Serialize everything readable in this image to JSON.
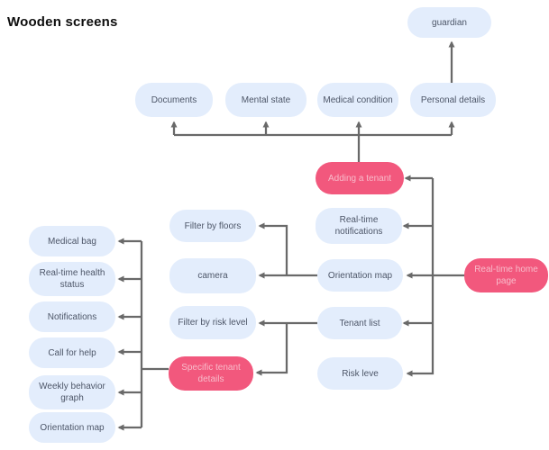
{
  "title": "Wooden screens",
  "diagram": {
    "nodes": [
      {
        "id": "guardian",
        "label": "guardian",
        "type": "secondary"
      },
      {
        "id": "documents",
        "label": "Documents",
        "type": "secondary"
      },
      {
        "id": "mental-state",
        "label": "Mental state",
        "type": "secondary"
      },
      {
        "id": "medical-condition",
        "label": "Medical condition",
        "type": "secondary"
      },
      {
        "id": "personal-details",
        "label": "Personal details",
        "type": "secondary"
      },
      {
        "id": "adding-a-tenant",
        "label": "Adding a tenant",
        "type": "primary"
      },
      {
        "id": "real-time-notifications",
        "label": "Real-time notifications",
        "type": "secondary"
      },
      {
        "id": "filter-by-floors",
        "label": "Filter by floors",
        "type": "secondary"
      },
      {
        "id": "camera",
        "label": "camera",
        "type": "secondary"
      },
      {
        "id": "orientation-map",
        "label": "Orientation map",
        "type": "secondary"
      },
      {
        "id": "real-time-home-page",
        "label": "Real-time home page",
        "type": "primary"
      },
      {
        "id": "tenant-list",
        "label": "Tenant list",
        "type": "secondary"
      },
      {
        "id": "filter-by-risk-level",
        "label": "Filter by risk level",
        "type": "secondary"
      },
      {
        "id": "risk-leve",
        "label": "Risk leve",
        "type": "secondary"
      },
      {
        "id": "specific-tenant-details",
        "label": "Specific tenant details",
        "type": "primary"
      },
      {
        "id": "medical-bag",
        "label": "Medical bag",
        "type": "secondary"
      },
      {
        "id": "real-time-health-status",
        "label": "Real-time health status",
        "type": "secondary"
      },
      {
        "id": "notifications",
        "label": "Notifications",
        "type": "secondary"
      },
      {
        "id": "call-for-help",
        "label": "Call for help",
        "type": "secondary"
      },
      {
        "id": "weekly-behavior-graph",
        "label": "Weekly behavior graph",
        "type": "secondary"
      },
      {
        "id": "orientation-map-2",
        "label": "Orientation map",
        "type": "secondary"
      }
    ],
    "edges": [
      {
        "from": "adding-a-tenant",
        "to": "documents"
      },
      {
        "from": "adding-a-tenant",
        "to": "mental-state"
      },
      {
        "from": "adding-a-tenant",
        "to": "medical-condition"
      },
      {
        "from": "adding-a-tenant",
        "to": "personal-details"
      },
      {
        "from": "personal-details",
        "to": "guardian"
      },
      {
        "from": "real-time-home-page",
        "to": "adding-a-tenant"
      },
      {
        "from": "real-time-home-page",
        "to": "real-time-notifications"
      },
      {
        "from": "real-time-home-page",
        "to": "orientation-map"
      },
      {
        "from": "real-time-home-page",
        "to": "tenant-list"
      },
      {
        "from": "real-time-home-page",
        "to": "risk-leve"
      },
      {
        "from": "orientation-map",
        "to": "filter-by-floors"
      },
      {
        "from": "orientation-map",
        "to": "camera"
      },
      {
        "from": "tenant-list",
        "to": "filter-by-risk-level"
      },
      {
        "from": "tenant-list",
        "to": "specific-tenant-details"
      },
      {
        "from": "specific-tenant-details",
        "to": "medical-bag"
      },
      {
        "from": "specific-tenant-details",
        "to": "real-time-health-status"
      },
      {
        "from": "specific-tenant-details",
        "to": "notifications"
      },
      {
        "from": "specific-tenant-details",
        "to": "call-for-help"
      },
      {
        "from": "specific-tenant-details",
        "to": "weekly-behavior-graph"
      },
      {
        "from": "specific-tenant-details",
        "to": "orientation-map-2"
      }
    ],
    "colors": {
      "node_secondary_bg": "#e3edfc",
      "node_secondary_text": "#4d5668",
      "node_primary_bg": "#f2587d",
      "node_primary_text": "#f8bccb",
      "connector": "#696969",
      "title_text": "#0d0d0d"
    }
  }
}
